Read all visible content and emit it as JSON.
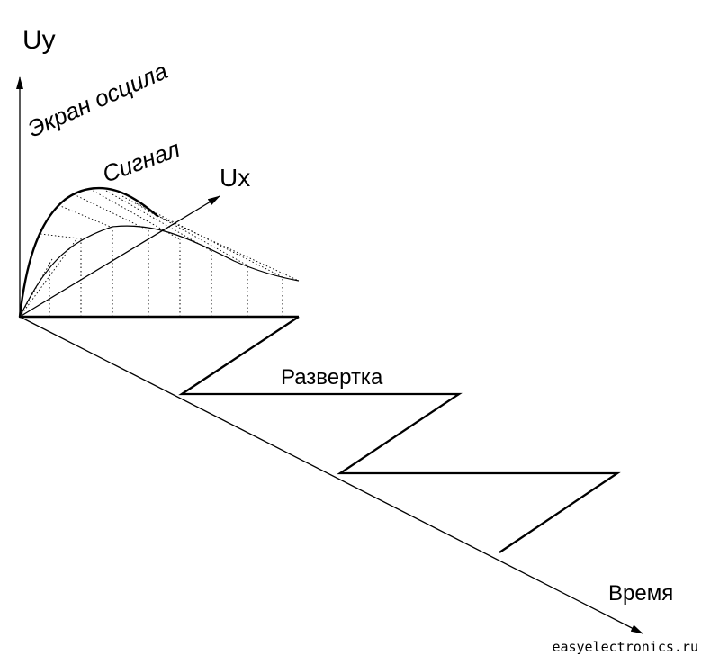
{
  "labels": {
    "uy": "Uy",
    "ux": "Ux",
    "screen": "Экран осцила",
    "signal": "Сигнал",
    "sweep": "Развертка",
    "time": "Время",
    "watermark": "easyelectronics.ru"
  },
  "colors": {
    "ink": "#000000",
    "background": "#ffffff"
  }
}
